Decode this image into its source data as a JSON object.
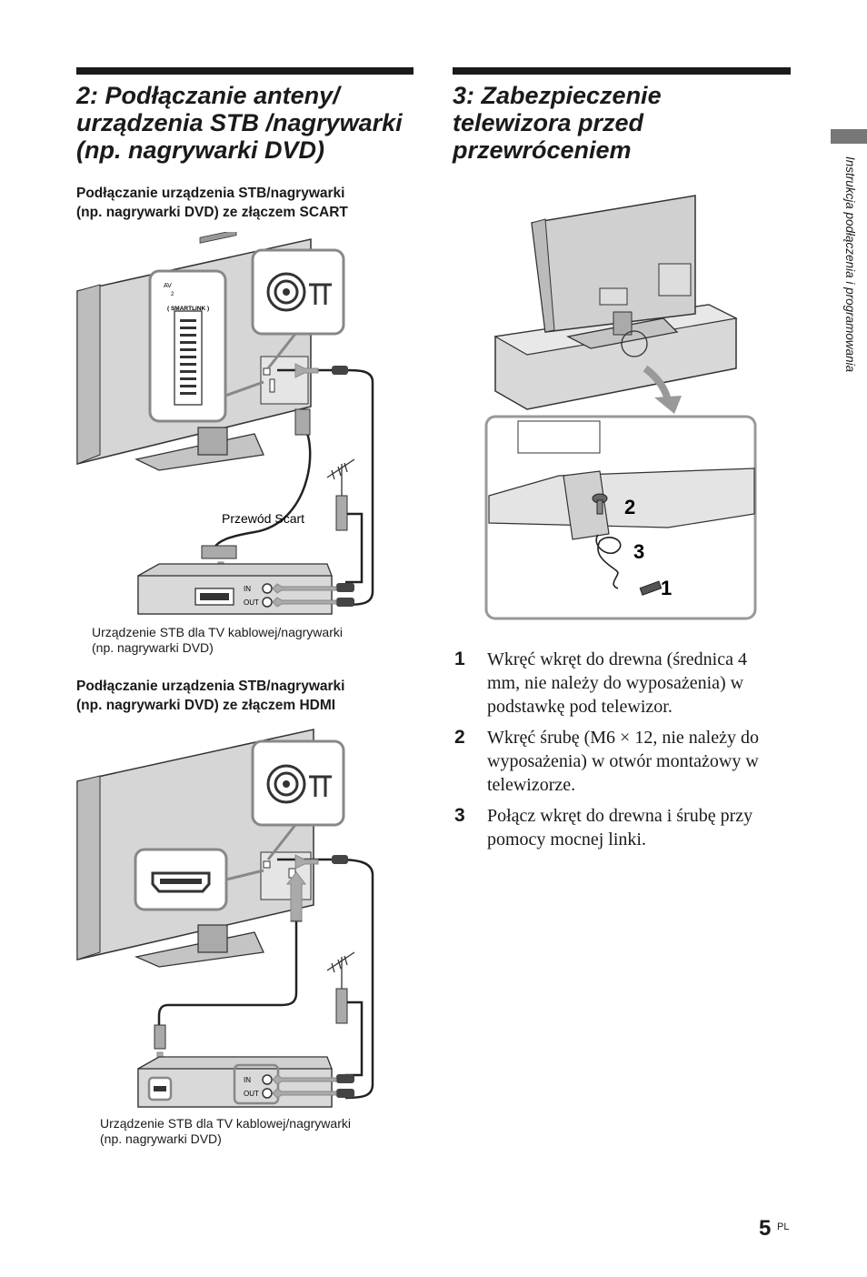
{
  "left": {
    "heading_lines": [
      "2: Podłączanie anteny/",
      "urządzenia STB /nagrywarki",
      "(np. nagrywarki DVD)"
    ],
    "scart": {
      "subheading_lines": [
        "Podłączanie urządzenia STB/nagrywarki",
        "(np. nagrywarki DVD) ze złączem SCART"
      ],
      "label_av": "AV",
      "label_av_num": "2",
      "label_smartlink": "( SMARTLINK )",
      "cable_label": "Przewód Scart",
      "port_in": "IN",
      "port_out": "OUT",
      "caption_lines": [
        "Urządzenie STB dla TV kablowej/nagrywarki",
        "(np. nagrywarki DVD)"
      ]
    },
    "hdmi": {
      "subheading_lines": [
        "Podłączanie urządzenia STB/nagrywarki",
        "(np. nagrywarki DVD) ze złączem HDMI"
      ],
      "port_in": "IN",
      "port_out": "OUT",
      "caption_lines": [
        "Urządzenie STB dla TV kablowej/nagrywarki",
        "(np. nagrywarki DVD)"
      ]
    }
  },
  "right": {
    "heading_lines": [
      "3: Zabezpieczenie",
      "telewizora przed",
      "przewróceniem"
    ],
    "callouts": [
      "2",
      "3",
      "1"
    ],
    "steps": [
      {
        "num": "1",
        "text": "Wkręć wkręt do drewna (średnica 4 mm, nie należy do wyposażenia) w podstawkę pod telewizor."
      },
      {
        "num": "2",
        "text": "Wkręć śrubę (M6 × 12, nie należy do wyposażenia) w otwór montażowy w telewizorze."
      },
      {
        "num": "3",
        "text": "Połącz wkręt do drewna i śrubę przy pomocy mocnej linki."
      }
    ]
  },
  "side_label": "Instrukcja podłączenia i programowania",
  "page_number": "5",
  "page_lang": "PL"
}
